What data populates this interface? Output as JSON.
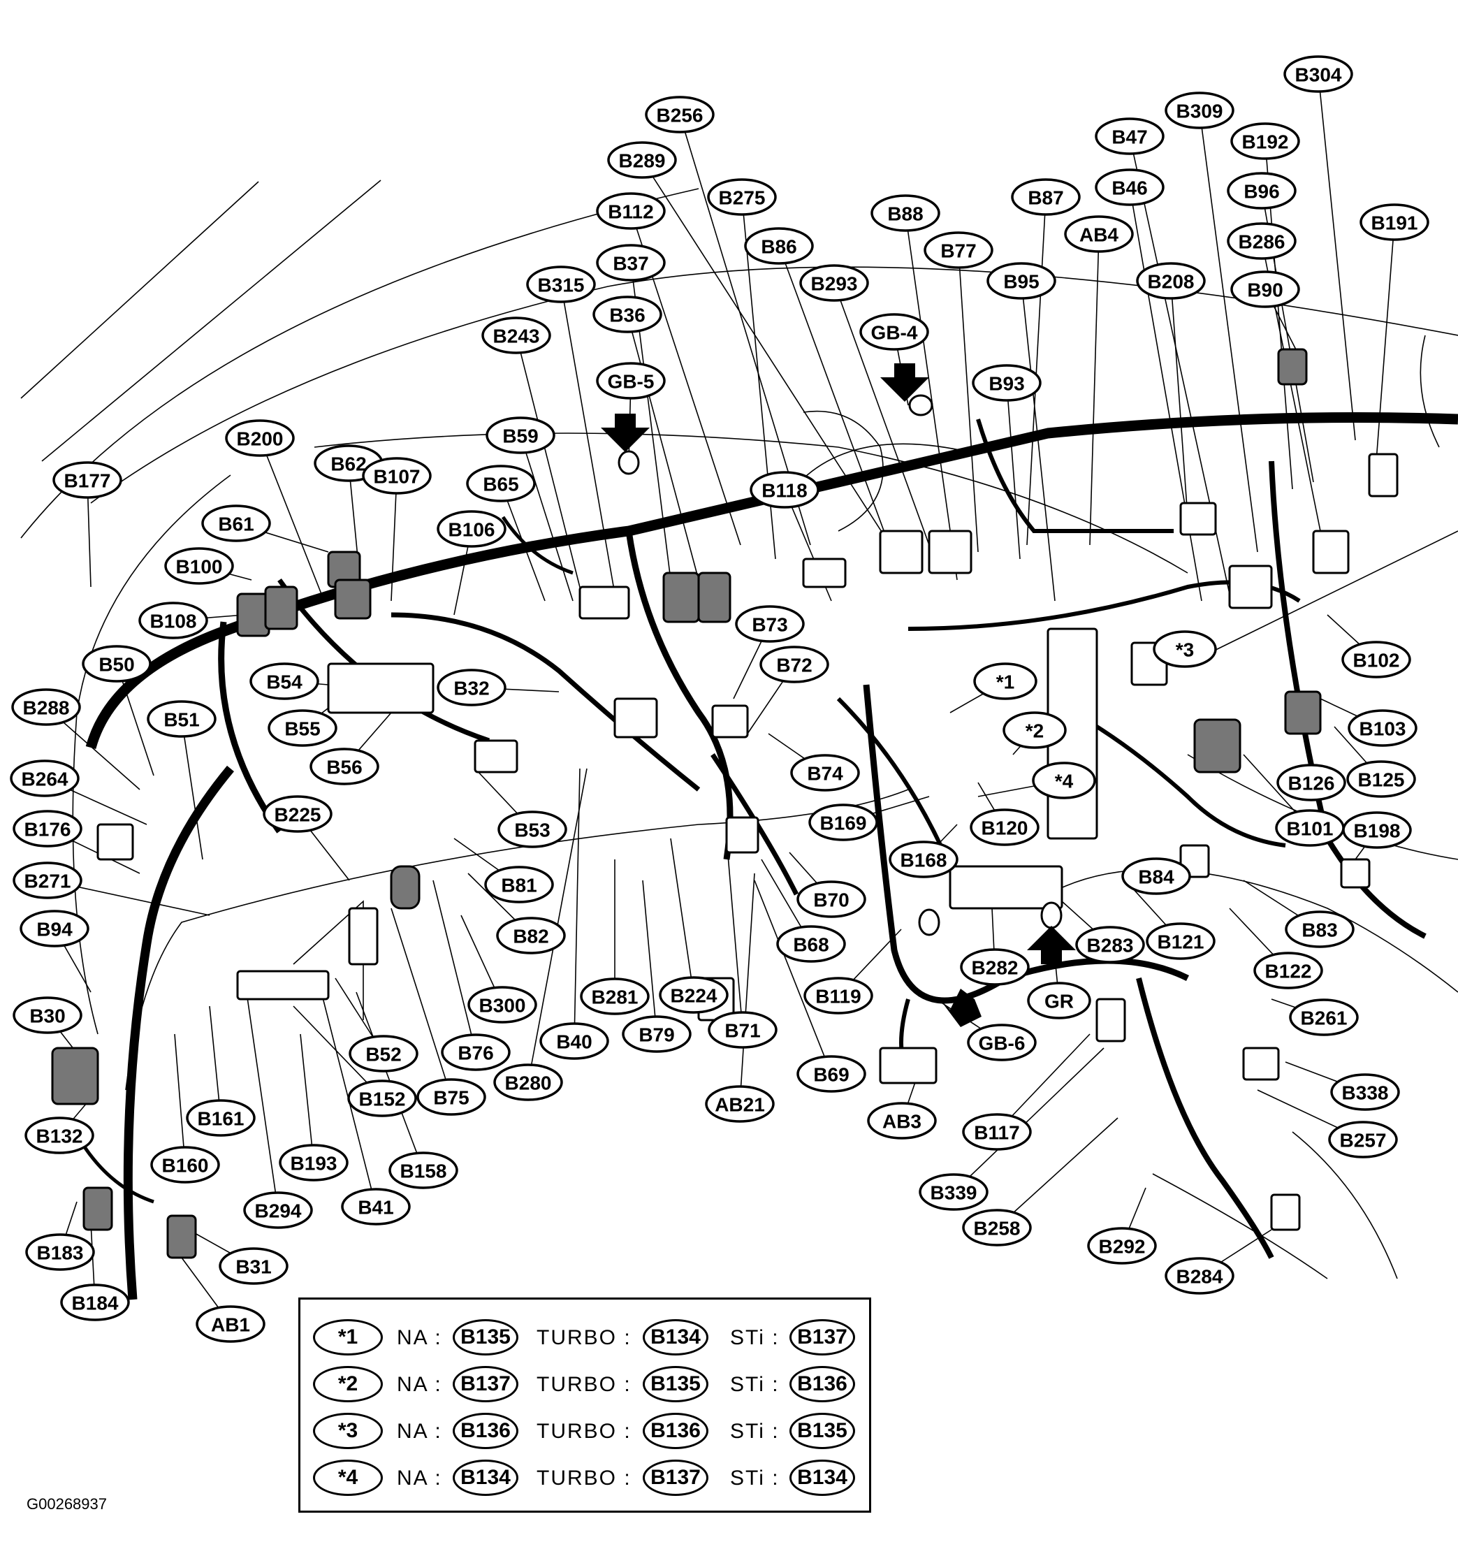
{
  "diagram": {
    "figure_id": "G00268937",
    "connector_labels": [
      "B304",
      "B309",
      "B192",
      "B47",
      "B191",
      "B46",
      "B96",
      "B286",
      "B90",
      "B87",
      "AB4",
      "B208",
      "B95",
      "B93",
      "B77",
      "B88",
      "B86",
      "B293",
      "B256",
      "B289",
      "B275",
      "B112",
      "B37",
      "B315",
      "B36",
      "B243",
      "GB-5",
      "GB-4",
      "B59",
      "B65",
      "B106",
      "B118",
      "B200",
      "B62",
      "B107",
      "B61",
      "B100",
      "B108",
      "B177",
      "B50",
      "B54",
      "B32",
      "B73",
      "B72",
      "*1",
      "*3",
      "B102",
      "B103",
      "B125",
      "B126",
      "B101",
      "B198",
      "*2",
      "*4",
      "B55",
      "B288",
      "B51",
      "B56",
      "B264",
      "B53",
      "B74",
      "B169",
      "B120",
      "B176",
      "B225",
      "B81",
      "B168",
      "B84",
      "B271",
      "B82",
      "B70",
      "B68",
      "B83",
      "B121",
      "B94",
      "B283",
      "B122",
      "B282",
      "GR",
      "B119",
      "B30",
      "B300",
      "B281",
      "B224",
      "B79",
      "B71",
      "B40",
      "B52",
      "B76",
      "GB-6",
      "B261",
      "B161",
      "B160",
      "B193",
      "B158",
      "B152",
      "B75",
      "B280",
      "AB21",
      "B69",
      "AB3",
      "B338",
      "B117",
      "B257",
      "B132",
      "B294",
      "B41",
      "B339",
      "B258",
      "B292",
      "B284",
      "B183",
      "B31",
      "B184",
      "AB1"
    ],
    "legend": [
      {
        "key": "*1",
        "na": "B135",
        "turbo": "B134",
        "sti": "B137"
      },
      {
        "key": "*2",
        "na": "B137",
        "turbo": "B135",
        "sti": "B136"
      },
      {
        "key": "*3",
        "na": "B136",
        "turbo": "B136",
        "sti": "B135"
      },
      {
        "key": "*4",
        "na": "B134",
        "turbo": "B137",
        "sti": "B134"
      }
    ],
    "legend_prefixes": {
      "na": "NA :",
      "turbo": "TURBO :",
      "sti": "STi :"
    }
  }
}
